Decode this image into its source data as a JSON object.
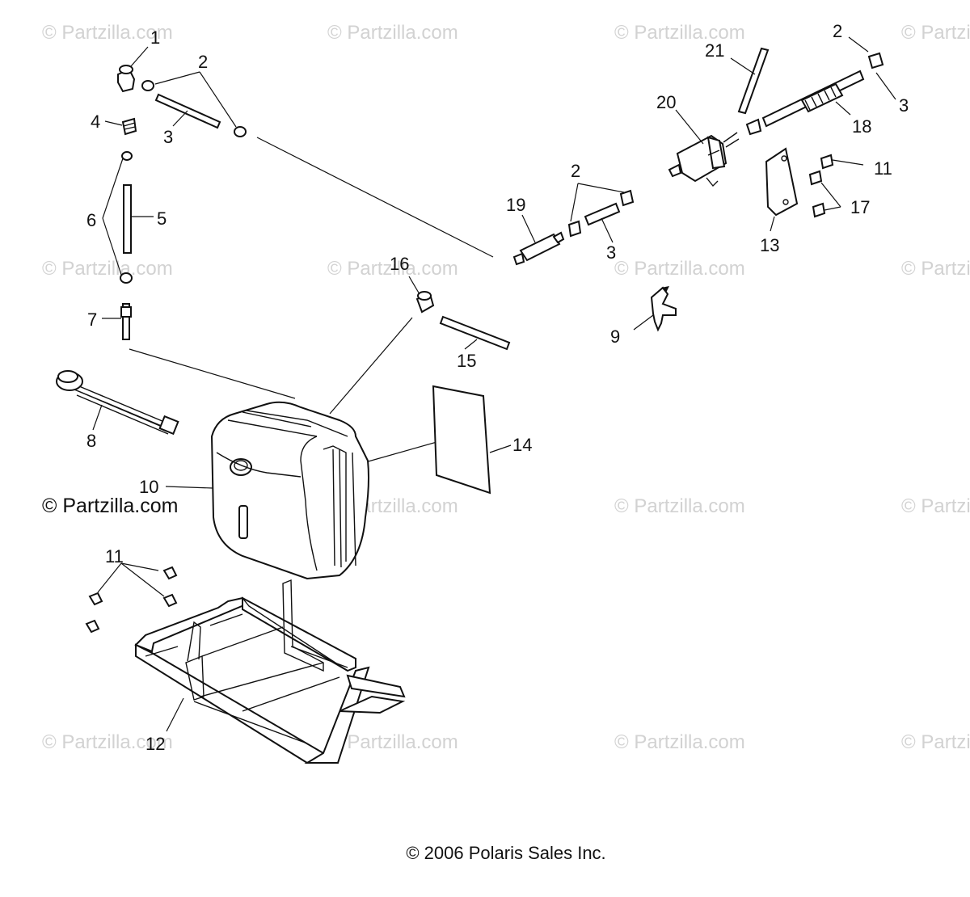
{
  "watermark_text": "© Partzilla.com",
  "copyright_left": "© Partzilla.com",
  "copyright_bottom": "© 2006 Polaris Sales Inc.",
  "callouts": {
    "c1": "1",
    "c2a": "2",
    "c2b": "2",
    "c2c": "2",
    "c3a": "3",
    "c3b": "3",
    "c3c": "3",
    "c4": "4",
    "c5": "5",
    "c6": "6",
    "c7": "7",
    "c8": "8",
    "c9": "9",
    "c10": "10",
    "c11a": "11",
    "c11b": "11",
    "c12": "12",
    "c13": "13",
    "c14": "14",
    "c15": "15",
    "c16": "16",
    "c17": "17",
    "c18": "18",
    "c19": "19",
    "c20": "20",
    "c21": "21"
  }
}
